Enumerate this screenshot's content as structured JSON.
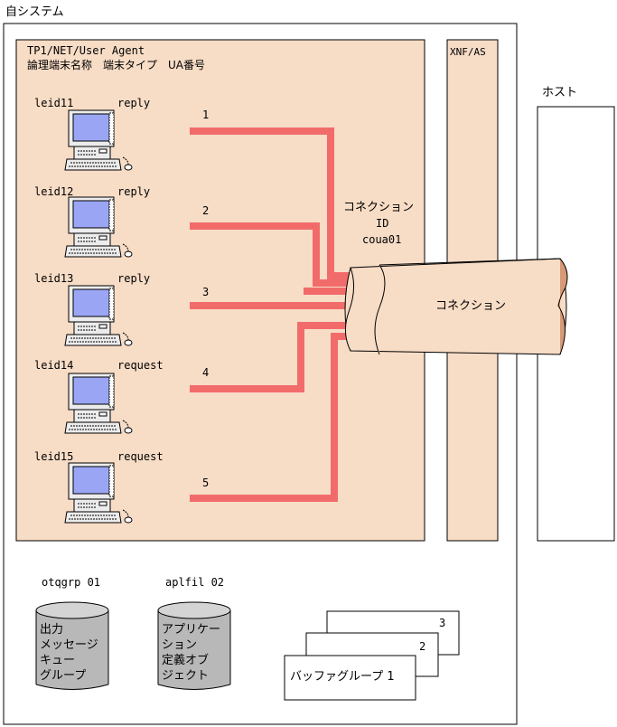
{
  "system_label": "自システム",
  "host_label": "ホスト",
  "xnf_label": "XNF/AS",
  "agent": {
    "title": "TP1/NET/User Agent",
    "columns": "論理端末名称　端末タイプ　UA番号"
  },
  "terminals": [
    {
      "name": "leid11",
      "type": "reply",
      "ua": "1"
    },
    {
      "name": "leid12",
      "type": "reply",
      "ua": "2"
    },
    {
      "name": "leid13",
      "type": "reply",
      "ua": "3"
    },
    {
      "name": "leid14",
      "type": "request",
      "ua": "4"
    },
    {
      "name": "leid15",
      "type": "request",
      "ua": "5"
    }
  ],
  "connection_id": {
    "line1": "コネクション",
    "line2": "ID",
    "line3": "coua01"
  },
  "connection_label": "コネクション",
  "queues": [
    {
      "caption": "otqgrp 01",
      "lines": [
        "出力",
        "メッセージ",
        "キュー",
        "グループ"
      ]
    },
    {
      "caption": "aplfil 02",
      "lines": [
        "アプリケー",
        "ション",
        "定義オブ",
        "ジェクト"
      ]
    }
  ],
  "buffers": [
    {
      "label": "3"
    },
    {
      "label": "2"
    },
    {
      "label": "バッファグループ 1"
    }
  ],
  "colors": {
    "agent_fill": "#f7dcc6",
    "connection_fill": "#f7dcc6",
    "line": "#f26b6b",
    "monitor_screen": "#9aa6f4",
    "cylinder_fill": "#b8b8b8"
  }
}
